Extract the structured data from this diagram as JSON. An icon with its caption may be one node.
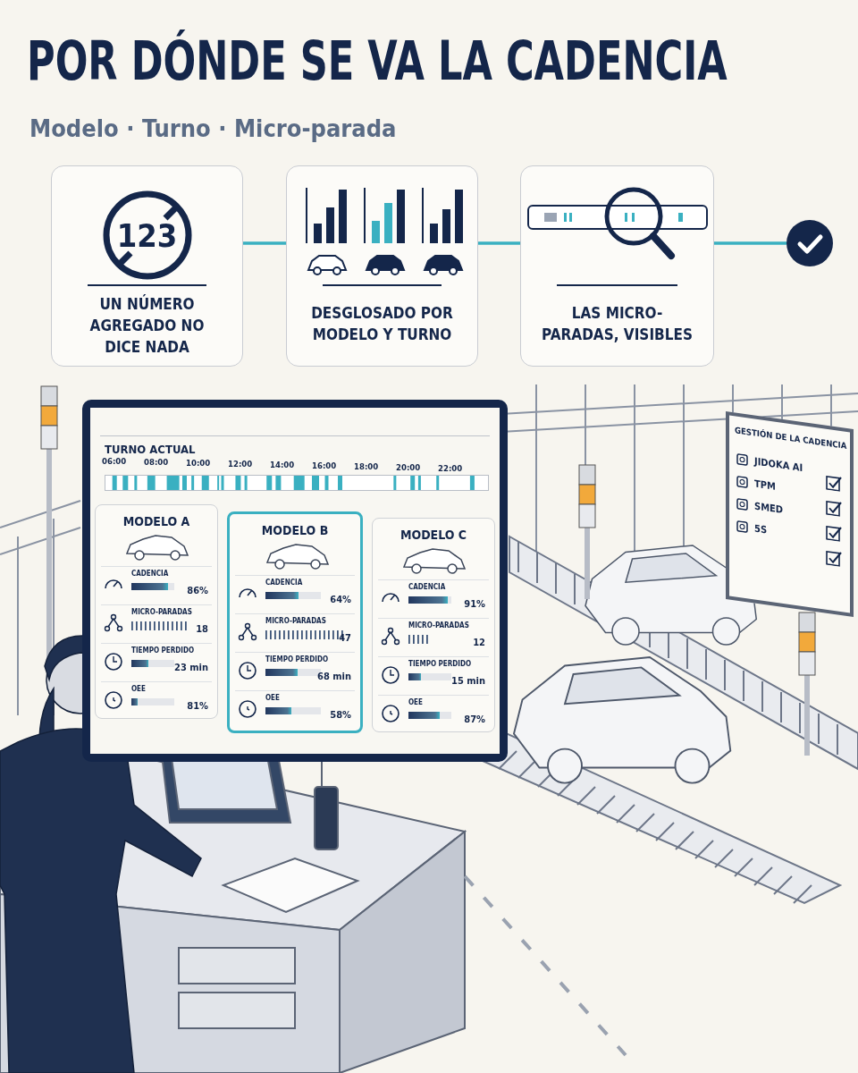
{
  "diagram": {
    "title": "POR DÓNDE SE VA LA CADENCIA",
    "nodes": [
      {
        "text": [
          "UN NÚMERO AGREGADO NO DICE NADA"
        ]
      },
      {
        "text": [
          "DESGLOSADO POR MODELO Y TURNO"
        ]
      },
      {
        "text": [
          "LAS MICRO-PARADAS, VISIBLES"
        ]
      },
      {
        "text": [],
        "shape": "circle"
      },
      {
        "text": [
          "TURNO ACTUAL"
        ]
      },
      {
        "text": [
          "MODELO A",
          "CADENCIA",
          "86%",
          "MICRO-PARADAS",
          "18",
          "TIEMPO PERDIDO",
          "23 min",
          "OEE",
          "81%"
        ],
        "in": 4
      },
      {
        "text": [
          "MODELO B",
          "CADENCIA",
          "64%",
          "MICRO-PARADAS",
          "47",
          "TIEMPO PERDIDO",
          "68 min",
          "OEE",
          "58%"
        ],
        "in": 4
      },
      {
        "text": [
          "MODELO C",
          "CADENCIA",
          "91%",
          "MICRO-PARADAS",
          "12",
          "TIEMPO PERDIDO",
          "15 min",
          "OEE",
          "87%"
        ],
        "in": 4
      },
      {
        "text": [
          "GESTIÓN DE LA CADENCIA",
          "JIDOKA AI",
          "TPM",
          "SMED",
          "5S"
        ]
      }
    ],
    "edges": [
      {
        "from": 0,
        "to": 1,
        "arrow": "none"
      },
      {
        "from": 1,
        "to": 2,
        "arrow": "none"
      },
      {
        "from": 2,
        "to": 3,
        "arrow": "none"
      }
    ],
    "labels": [
      "Modelo · Turno · Micro-parada",
      "123",
      "06:00",
      "08:00",
      "10:00",
      "12:00",
      "14:00",
      "16:00",
      "18:00",
      "20:00",
      "22:00"
    ]
  }
}
